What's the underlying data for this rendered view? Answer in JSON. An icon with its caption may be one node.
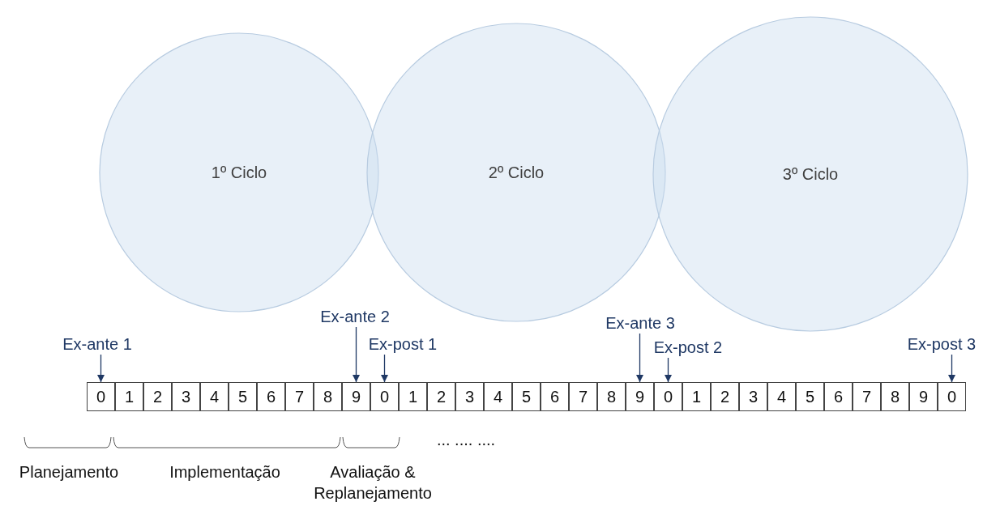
{
  "diagram": {
    "nodes": [
      {
        "text": [
          "1º Ciclo"
        ]
      },
      {
        "text": [
          "2º Ciclo"
        ]
      },
      {
        "text": [
          "3º Ciclo"
        ]
      },
      {
        "text": [
          "Ex-ante 1"
        ]
      },
      {
        "text": [
          "Ex-ante 2"
        ]
      },
      {
        "text": [
          "Ex-post 1"
        ]
      },
      {
        "text": [
          "Ex-ante 3"
        ]
      },
      {
        "text": [
          "Ex-post 2"
        ]
      },
      {
        "text": [
          "Ex-post 3"
        ]
      },
      {
        "text": [
          "0"
        ]
      },
      {
        "text": [
          "1"
        ]
      },
      {
        "text": [
          "2"
        ]
      },
      {
        "text": [
          "3"
        ]
      },
      {
        "text": [
          "4"
        ]
      },
      {
        "text": [
          "5"
        ]
      },
      {
        "text": [
          "6"
        ]
      },
      {
        "text": [
          "7"
        ]
      },
      {
        "text": [
          "8"
        ]
      },
      {
        "text": [
          "9"
        ]
      },
      {
        "text": [
          "0"
        ]
      },
      {
        "text": [
          "1"
        ]
      },
      {
        "text": [
          "2"
        ]
      },
      {
        "text": [
          "3"
        ]
      },
      {
        "text": [
          "4"
        ]
      },
      {
        "text": [
          "5"
        ]
      },
      {
        "text": [
          "6"
        ]
      },
      {
        "text": [
          "7"
        ]
      },
      {
        "text": [
          "8"
        ]
      },
      {
        "text": [
          "9"
        ]
      },
      {
        "text": [
          "0"
        ]
      },
      {
        "text": [
          "1"
        ]
      },
      {
        "text": [
          "2"
        ]
      },
      {
        "text": [
          "3"
        ]
      },
      {
        "text": [
          "4"
        ]
      },
      {
        "text": [
          "5"
        ]
      },
      {
        "text": [
          "6"
        ]
      },
      {
        "text": [
          "7"
        ]
      },
      {
        "text": [
          "8"
        ]
      },
      {
        "text": [
          "9"
        ]
      },
      {
        "text": [
          "0"
        ]
      }
    ],
    "edges": [
      {
        "from": 3,
        "to": 9,
        "arrow": "to"
      },
      {
        "from": 4,
        "to": 18,
        "arrow": "to"
      },
      {
        "from": 5,
        "to": 19,
        "arrow": "to"
      },
      {
        "from": 6,
        "to": 28,
        "arrow": "to"
      },
      {
        "from": 7,
        "to": 29,
        "arrow": "to"
      },
      {
        "from": 8,
        "to": 39,
        "arrow": "to"
      }
    ],
    "labels": [
      "... .... ....",
      "Planejamento",
      "Implementação",
      "Avaliação & Replanejamento"
    ]
  }
}
